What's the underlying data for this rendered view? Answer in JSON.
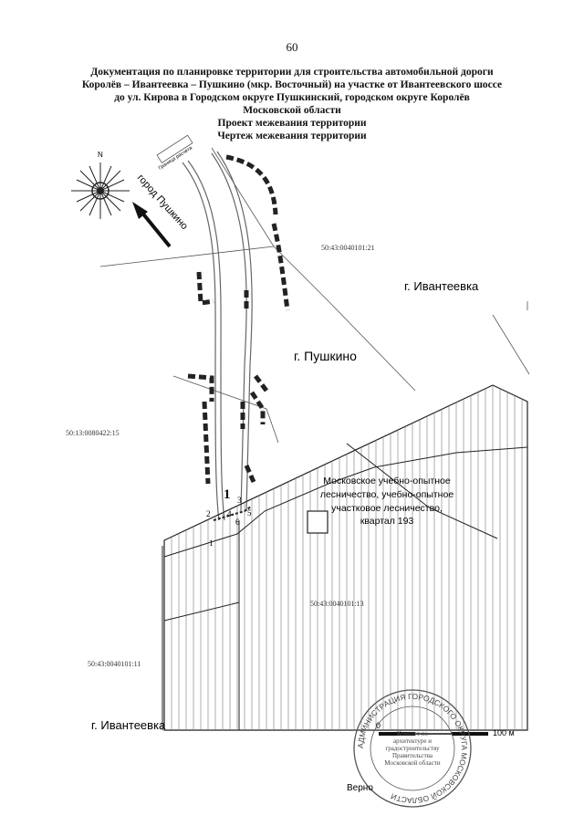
{
  "page_number": "60",
  "header": {
    "line1": "Документация по планировке территории для строительства автомобильной дороги",
    "line2": "Королёв – Ивантеевка – Пушкино (мкр. Восточный) на участке от Ивантеевского шоссе",
    "line3": "до ул. Кирова в Городском округе  Пушкинский, городском округе Королёв",
    "line4": "Московской области",
    "line5": "Проект межевания территории",
    "line6": "Чертеж межевания территории"
  },
  "map": {
    "compass_n": "N",
    "direction_label": "город Пушкино",
    "boundary_label": "Граница расчета",
    "city_ivanteevka_top": "г. Ивантеевка",
    "city_pushkino": "г. Пушкино",
    "city_ivanteevka_bottom": "г. Ивантеевка",
    "parcel_1": "50:43:0040101:21",
    "parcel_2": "50:13:0080422:15",
    "parcel_3": "50:43:0040101:13",
    "parcel_4": "50:43:0040101:11",
    "forest_line1": "Московское учебно-опытное",
    "forest_line2": "лесничество, учебно-опытное",
    "forest_line3": "участковое лесничество,",
    "forest_line4": "квартал 193",
    "point_big": "1",
    "points": [
      "2",
      "3",
      "4",
      "6",
      "5",
      "1"
    ],
    "scale_start": "0",
    "scale_end": "100 м",
    "stamp_text": "АДМИНИСТРАЦИЯ ГОРОДСКОГО ОКРУГА МОСКОВСКОЙ ОБЛАСТИ",
    "stamp_center": "Комитет по архитектуре и градостроительству Правительства Московской области",
    "verno": "Верно"
  }
}
